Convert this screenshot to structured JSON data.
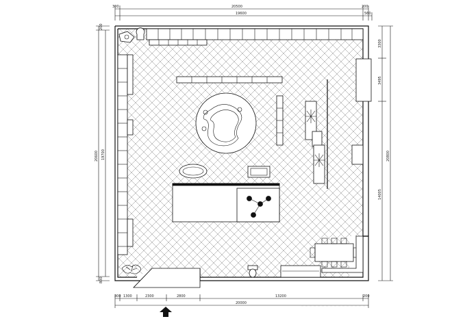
{
  "dimensions": {
    "top_outer": [
      "300",
      "20500",
      "200"
    ],
    "top_inner": [
      "19600",
      "560"
    ],
    "bottom_segments": [
      "300",
      "1300",
      "2300",
      "2800",
      "13200",
      "200"
    ],
    "bottom_total": "20000",
    "left_outer": [
      "200",
      "20600",
      "800"
    ],
    "left_inner": [
      "19700"
    ],
    "right_segments": [
      "3300",
      "3495",
      "14005"
    ],
    "right_total": "20800"
  },
  "entrance_arrow": "up-arrow-icon",
  "colors": {
    "line": "#111111",
    "background": "#ffffff"
  }
}
